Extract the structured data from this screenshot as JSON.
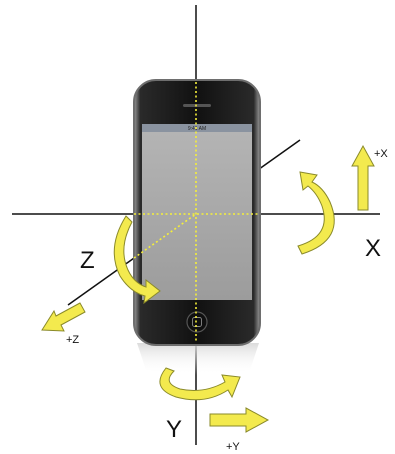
{
  "labels": {
    "x_axis": "X",
    "y_axis": "Y",
    "z_axis": "Z",
    "plus_x": "+X",
    "plus_y": "+Y",
    "plus_z": "+Z"
  },
  "phone": {
    "status_time": "9:41 AM"
  },
  "colors": {
    "arrow_fill": "#f3ea4e",
    "arrow_stroke": "#8a8a2a",
    "axis_line": "#111111",
    "guide_line": "#f5ef3a",
    "phone_body": "#1b1b1b",
    "screen": "#a9a9a9"
  },
  "icons": {
    "rotation_x": "curved-rotation-arrow-icon",
    "rotation_y": "curved-rotation-arrow-icon",
    "rotation_z": "curved-rotation-arrow-icon",
    "direction": "block-arrow-icon"
  }
}
